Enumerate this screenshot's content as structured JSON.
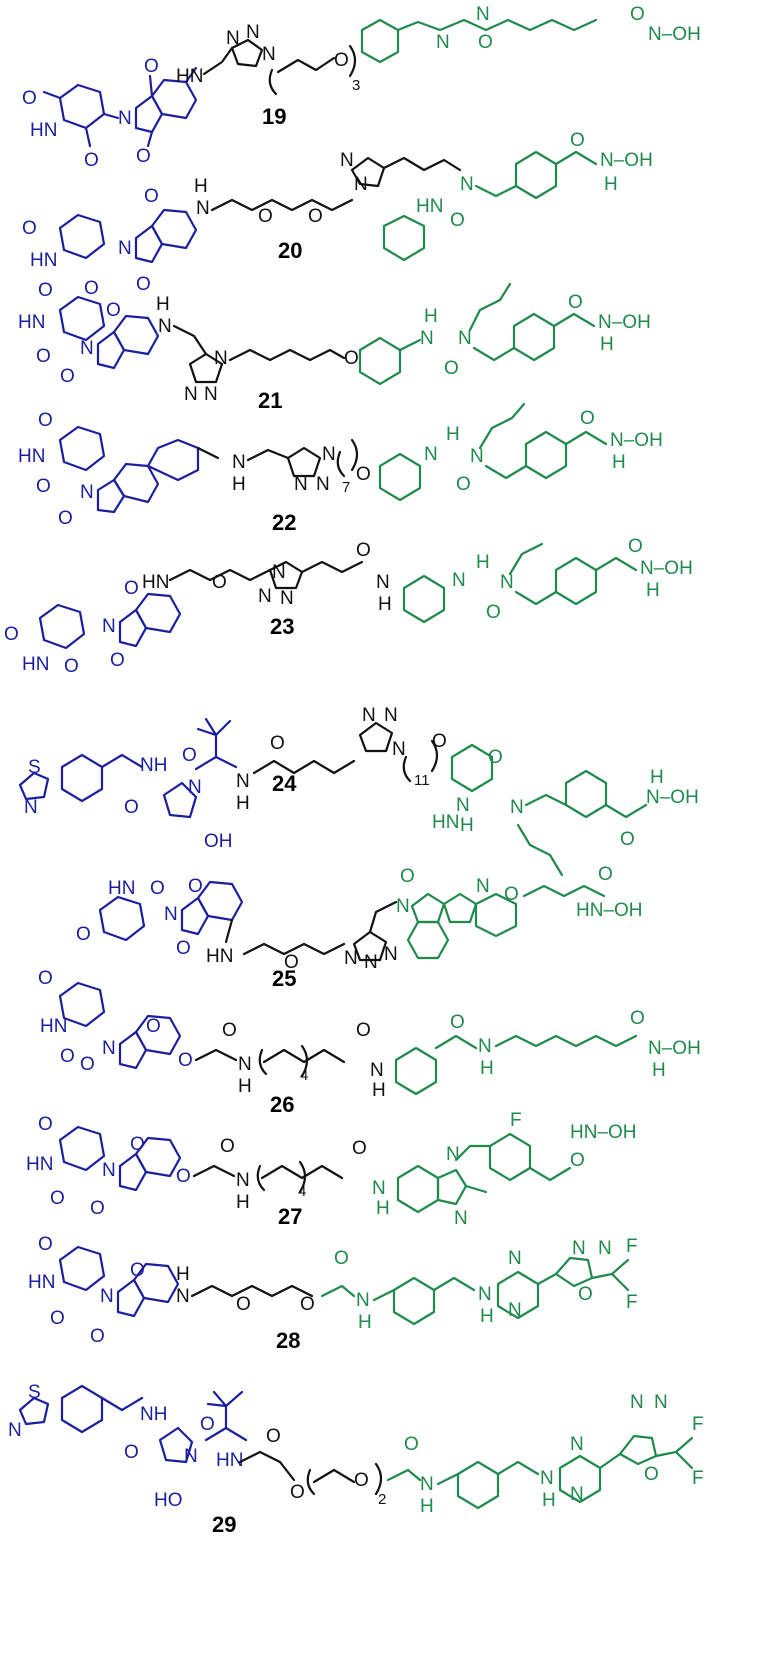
{
  "palette": {
    "degrader_ligand": "#1b1f9e",
    "linker": "#111111",
    "hdac_warhead": "#1f8a4c"
  },
  "compounds": [
    {
      "id": "19",
      "label": "19",
      "linker_repeat": "3",
      "e3_ligand": "pomalidomide",
      "warhead": "hydroxamic acid"
    },
    {
      "id": "20",
      "label": "20",
      "linker_repeat": "",
      "e3_ligand": "pomalidomide",
      "warhead": "hydroxamic acid"
    },
    {
      "id": "21",
      "label": "21",
      "linker_repeat": "",
      "e3_ligand": "pomalidomide",
      "warhead": "hydroxamic acid"
    },
    {
      "id": "22",
      "label": "22",
      "linker_repeat": "7",
      "e3_ligand": "lenalidomide",
      "warhead": "hydroxamic acid"
    },
    {
      "id": "23",
      "label": "23",
      "linker_repeat": "",
      "e3_ligand": "pomalidomide",
      "warhead": "hydroxamic acid"
    },
    {
      "id": "24",
      "label": "24",
      "linker_repeat": "11",
      "e3_ligand": "VHL ligand",
      "warhead": "hydroxamic acid"
    },
    {
      "id": "25",
      "label": "25",
      "linker_repeat": "",
      "e3_ligand": "pomalidomide",
      "warhead": "hydroxamic acid"
    },
    {
      "id": "26",
      "label": "26",
      "linker_repeat": "4",
      "e3_ligand": "thalidomide",
      "warhead": "hydroxamic acid"
    },
    {
      "id": "27",
      "label": "27",
      "linker_repeat": "4",
      "e3_ligand": "thalidomide",
      "warhead": "hydroxamic acid"
    },
    {
      "id": "28",
      "label": "28",
      "linker_repeat": "",
      "e3_ligand": "pomalidomide",
      "warhead": "difluoromethyl oxadiazole"
    },
    {
      "id": "29",
      "label": "29",
      "linker_repeat": "2",
      "e3_ligand": "VHL ligand",
      "warhead": "difluoromethyl oxadiazole"
    }
  ],
  "atoms": {
    "O": "O",
    "N": "N",
    "H": "H",
    "S": "S",
    "F": "F",
    "HN": "HN",
    "NH": "NH",
    "OH": "OH",
    "HO": "HO",
    "NOH": "N–OH",
    "HNOH": "HN–OH",
    "N_H": "N"
  }
}
